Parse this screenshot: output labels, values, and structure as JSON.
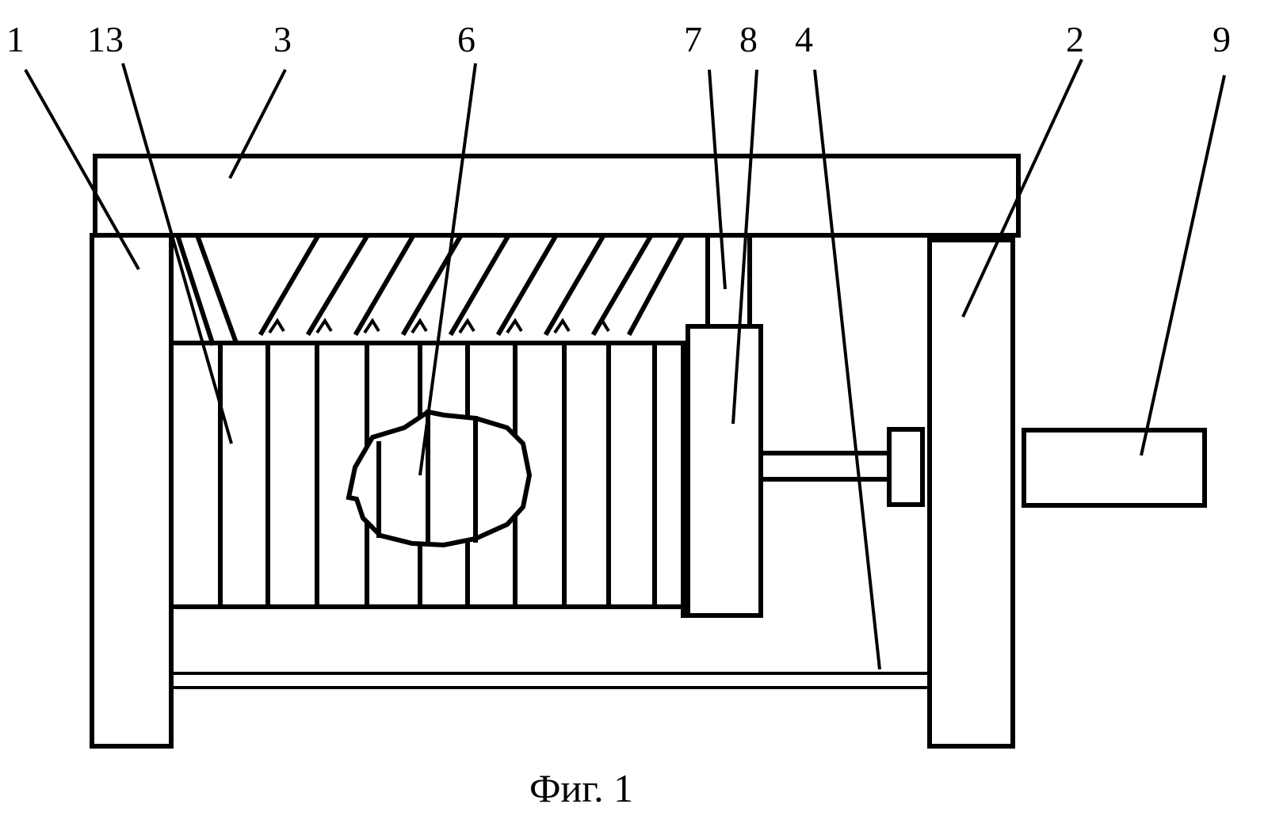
{
  "figure": {
    "caption": "Фиг. 1",
    "labels": {
      "frame_left": "1",
      "plate_element": "13",
      "top_beam": "3",
      "cutaway": "6",
      "rod": "7",
      "pressure_plate": "8",
      "guide_bar": "4",
      "frame_right": "2",
      "drive": "9"
    }
  }
}
